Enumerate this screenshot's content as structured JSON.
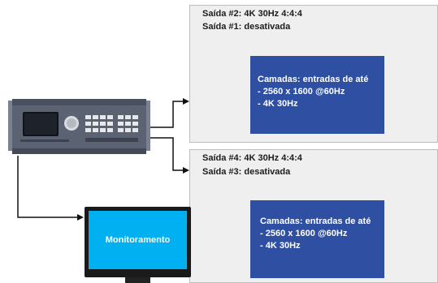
{
  "outputs": {
    "top": {
      "line1": "Saída #2: 4K 30Hz 4:4:4",
      "line2": "Saída #1: desativada",
      "layers": {
        "line1": "Camadas: entradas de até",
        "line2": "- 2560 x 1600 @60Hz",
        "line3": "- 4K 30Hz"
      }
    },
    "bottom": {
      "line1": "Saída #4: 4K 30Hz 4:4:4",
      "line2": "Saída #3: desativada",
      "layers": {
        "line1": "Camadas: entradas de até",
        "line2": "- 2560 x 1600 @60Hz",
        "line3": "- 4K 30Hz"
      }
    }
  },
  "monitor": {
    "label": "Monitoramento"
  },
  "colors": {
    "layer_box": "#2f4fa3",
    "monitor_screen": "#00b0f0",
    "panel_bg": "#efefef",
    "device_body": "#5b6272"
  }
}
